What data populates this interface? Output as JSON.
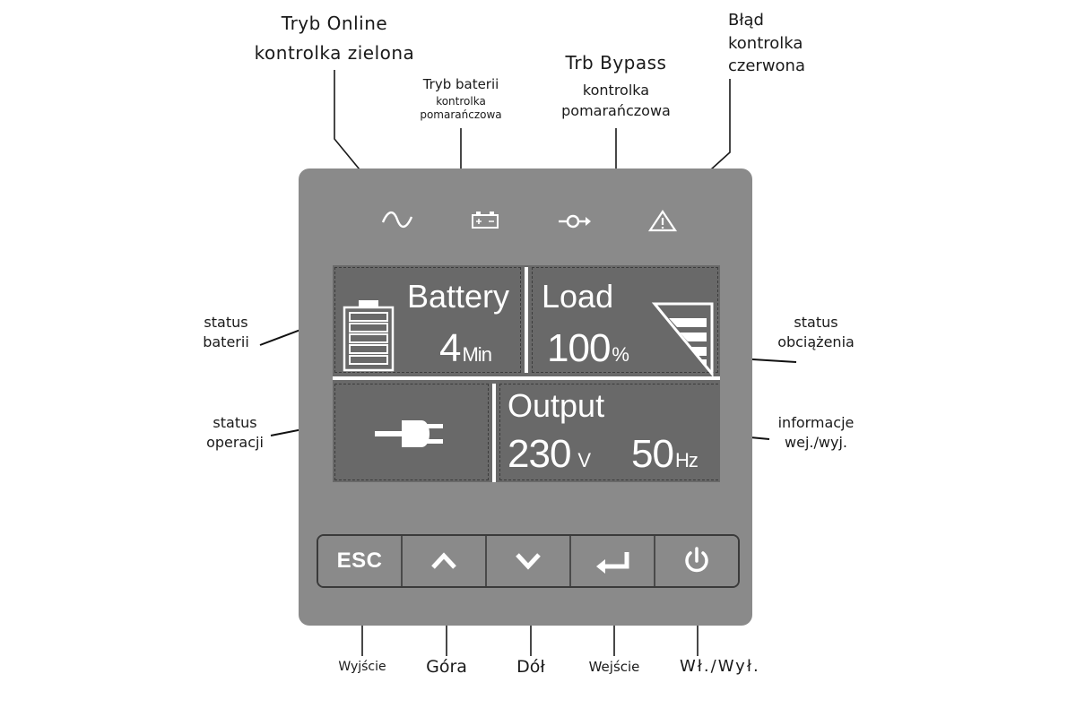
{
  "indicators": {
    "online": {
      "line1": "Tryb Online",
      "line2": "kontrolka zielona",
      "icon": "sine-wave-icon"
    },
    "battery": {
      "line1": "Tryb baterii",
      "line2": "kontrolka",
      "line3": "pomarańczowa",
      "icon": "battery-icon"
    },
    "bypass": {
      "line1": "Trb Bypass",
      "line2": "kontrolka",
      "line3": "pomarańczowa",
      "icon": "bypass-icon"
    },
    "fault": {
      "line1": "Błąd",
      "line2": "kontrolka",
      "line3": "czerwona",
      "icon": "warning-triangle-icon"
    }
  },
  "screen": {
    "battery": {
      "title": "Battery",
      "value": "4",
      "unit": "Min"
    },
    "load": {
      "title": "Load",
      "value": "100",
      "unit": "%"
    },
    "output": {
      "title": "Output",
      "voltage": "230",
      "voltage_unit": "V",
      "frequency": "50",
      "frequency_unit": "Hz"
    }
  },
  "side_labels": {
    "battery_status": {
      "line1": "status",
      "line2": "baterii"
    },
    "operation_status": {
      "line1": "status",
      "line2": "operacji"
    },
    "load_status": {
      "line1": "status",
      "line2": "obciążenia"
    },
    "io_info": {
      "line1": "informacje",
      "line2": "wej./wyj."
    }
  },
  "buttons": {
    "esc": {
      "label": "ESC",
      "caption": "Wyjście"
    },
    "up": {
      "caption": "Góra",
      "icon": "chevron-up-icon"
    },
    "down": {
      "caption": "Dół",
      "icon": "chevron-down-icon"
    },
    "enter": {
      "caption": "Wejście",
      "icon": "enter-icon"
    },
    "power": {
      "caption": "Wł./Wył.",
      "icon": "power-icon"
    }
  },
  "colors": {
    "device": "#8a8a8a",
    "screen": "#696969",
    "text": "#1a1a1a"
  }
}
